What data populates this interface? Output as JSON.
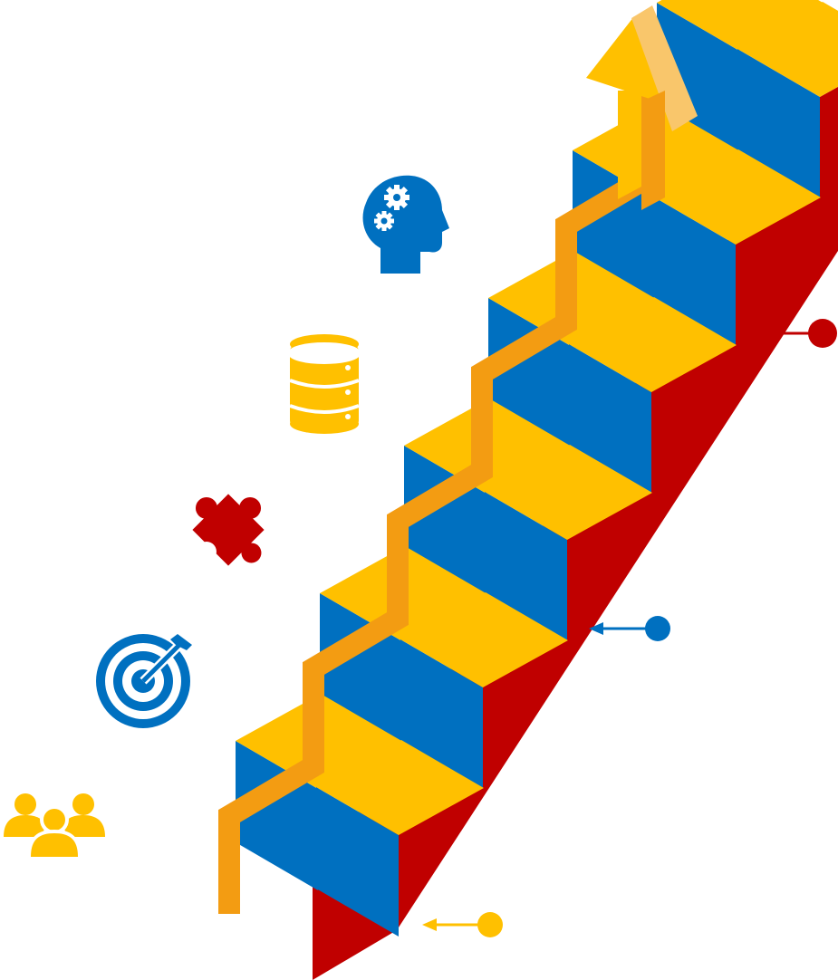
{
  "colors": {
    "blue": "#0070C0",
    "yellow": "#FFC000",
    "orange": "#F39C12",
    "red": "#C00000",
    "arrow_light": "#F9C66B",
    "white": "#FFFFFF"
  },
  "staircase": {
    "steps": 6,
    "columns": 2
  },
  "icons": [
    {
      "name": "head-gears-icon",
      "color": "blue"
    },
    {
      "name": "database-icon",
      "color": "yellow"
    },
    {
      "name": "puzzle-piece-icon",
      "color": "red"
    },
    {
      "name": "target-icon",
      "color": "blue"
    },
    {
      "name": "team-icon",
      "color": "yellow"
    }
  ],
  "pointers": [
    {
      "name": "pointer-red",
      "color": "red"
    },
    {
      "name": "pointer-blue",
      "color": "blue"
    },
    {
      "name": "pointer-yellow",
      "color": "yellow"
    }
  ]
}
